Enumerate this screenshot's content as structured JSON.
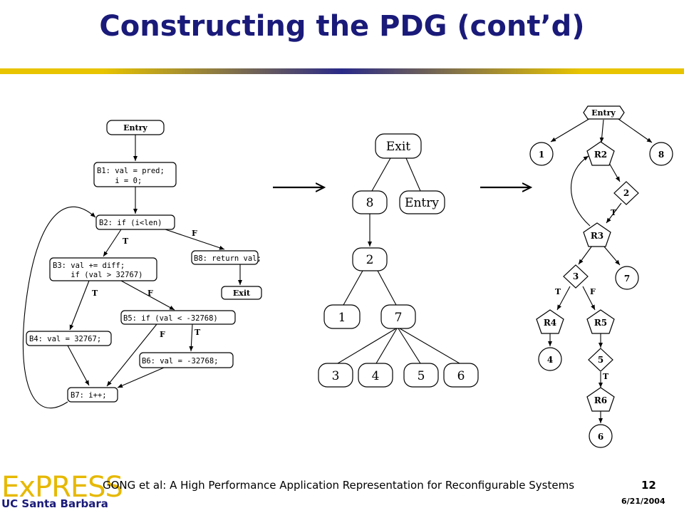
{
  "slide": {
    "title": "Constructing the PDG (cont’d)",
    "footer": "GONG et al: A High Performance Application Representation for Reconfigurable Systems",
    "page_number": "12",
    "date": "6/21/2004",
    "logo_text": "ExPRESS",
    "institution": "UC Santa Barbara"
  },
  "cfg": {
    "entry": "Entry",
    "b1_line1": "B1: val = pred;",
    "b1_line2": "    i = 0;",
    "b2": "B2: if (i<len)",
    "b3_line1": "B3: val += diff;",
    "b3_line2": "    if (val > 32767)",
    "b4": "B4: val = 32767;",
    "b5": "B5: if (val < -32768)",
    "b6": "B6: val = -32768;",
    "b7": "B7: i++;",
    "b8": "B8: return val;",
    "exit": "Exit",
    "label_t": "T",
    "label_f": "F"
  },
  "tree": {
    "exit": "Exit",
    "n8": "8",
    "entry": "Entry",
    "n2": "2",
    "n1": "1",
    "n7": "7",
    "n3": "3",
    "n4": "4",
    "n5": "5",
    "n6": "6"
  },
  "pdg": {
    "entry": "Entry",
    "n1": "1",
    "r2": "R2",
    "n8": "8",
    "p2": "2",
    "r3": "R3",
    "p3": "3",
    "n7": "7",
    "r4": "R4",
    "r5": "R5",
    "n4": "4",
    "p5": "5",
    "r6": "R6",
    "n6": "6",
    "label_t": "T",
    "label_f": "F"
  }
}
